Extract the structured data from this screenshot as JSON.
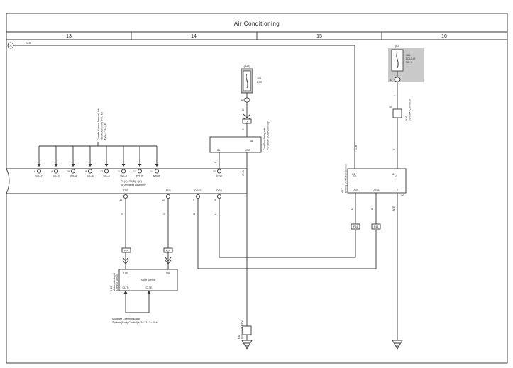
{
  "title": "Air Conditioning",
  "columns": [
    "13",
    "14",
    "15",
    "16"
  ],
  "wires": {
    "top_a": "G–R",
    "jc_to_bus": "G–R",
    "fuse_out": "R",
    "relay_out": "L",
    "ground_left": "W–B",
    "panel_l": "L",
    "tsp": "V",
    "tsg": "G",
    "dgs1": "B",
    "dgs": "L",
    "ig_top": "L",
    "ig_mid": "V",
    "ig_low": "W–B",
    "vent_dgs": "L",
    "vent_dgs1": "B"
  },
  "node_a": "A",
  "multi_label_lines": [
    "Climate Control Sensor/Unit",
    "Test Mode (Y/N) (Hybrid)",
    "∗ 22-3∼23-4∗"
  ],
  "amp": {
    "name_lines": [
      "G1(A), G1(B), z(C)",
      "Air Amplifier Assembly"
    ],
    "top_pins": [
      {
        "num": "6",
        "label": "SG–2"
      },
      {
        "num": "4",
        "label": "SG–3"
      },
      {
        "num": "19",
        "label": "SW–4"
      },
      {
        "num": "8",
        "label": "SG–4"
      },
      {
        "num": "17",
        "label": "SG–4"
      },
      {
        "num": "11",
        "label": "SW–5"
      },
      {
        "num": "12",
        "label": "DOUT"
      },
      {
        "num": "14",
        "label": "RDUT"
      },
      {
        "num": "30",
        "label": "ELW"
      }
    ],
    "bottom_pins": [
      {
        "num": "11",
        "label": "TSP"
      },
      {
        "num": "12",
        "label": "TSG"
      },
      {
        "num": "5",
        "label": "DGS1"
      },
      {
        "num": "4",
        "label": "DGS"
      }
    ]
  },
  "fuse_bat": {
    "label": "(BAT)",
    "rating": "20A",
    "name": "DTR"
  },
  "fuse_ig": {
    "label": "(IG)",
    "rating": "15A",
    "name_lines": [
      "ECU–IG",
      "NO. 2"
    ]
  },
  "conn_fuse_out": {
    "label": "1F",
    "pin": "13"
  },
  "relay": {
    "pin_top": "18",
    "pin_left": "B1",
    "pin_right": "GND",
    "name_lines": [
      "Cool Box Relay with",
      "Port Body ECU Assembly"
    ]
  },
  "solar": {
    "name": "Solar Sensor",
    "pins": [
      "TSR",
      "TSL",
      "CLTR",
      "CLTE"
    ],
    "tag_lines": [
      "H18",
      "Automatic Light",
      "Control Sensor"
    ],
    "conn_left": "F24",
    "conn_right": "F24"
  },
  "multiplex_lines": [
    "Multiplex Communication",
    "System (Body Control)∗ 3∼27∼3∼28∗"
  ],
  "ground_left": {
    "tag": "F48",
    "name": "Instrument Panel"
  },
  "vent": {
    "tag": "A47",
    "name_lines": [
      "Driving Ventilation Sensor"
    ],
    "pins": [
      "SG",
      "IG",
      "DGS",
      "DGS1",
      "E"
    ],
    "conn_left": "F44",
    "conn_right": "F44"
  },
  "conn_ig": {
    "tag": "X20",
    "name": "Junction Connector",
    "pin": "10"
  },
  "pin_labels": {
    "fuse_b": "B",
    "fuse_ig": "B1",
    "vent_sg": "C6",
    "vent_ig": "11",
    "vent_e": "12"
  }
}
